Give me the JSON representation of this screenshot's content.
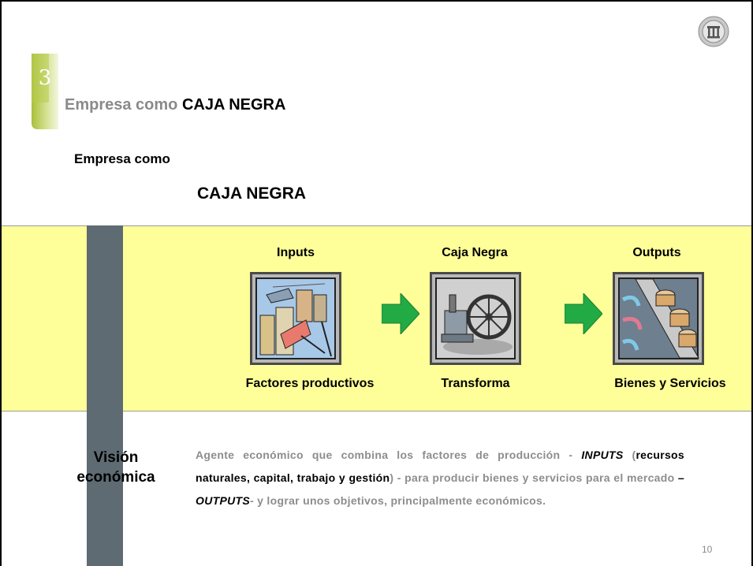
{
  "title": {
    "prefix": "Empresa como",
    "strong": "CAJA NEGRA",
    "badge_number": "3"
  },
  "subtitle": {
    "line1": "Empresa como",
    "line2": "CAJA NEGRA"
  },
  "diagram": {
    "stages": [
      {
        "top": "Inputs",
        "bottom": "Factores productivos",
        "picture": "city-industry-clipart"
      },
      {
        "top": "Caja Negra",
        "bottom": "Transforma",
        "picture": "machine-flywheel-clipart"
      },
      {
        "top": "Outputs",
        "bottom": "Bienes y Servicios",
        "picture": "conveyor-products-clipart"
      }
    ],
    "arrow_icon": "right-arrow-icon"
  },
  "vision": {
    "heading_line1": "Visión",
    "heading_line2": "económica",
    "text": {
      "s1": "Agente económico que combina los factores de producción -",
      "s2": "INPUTS",
      "s3": " (",
      "s4": "recursos naturales, capital, trabajo y gestión",
      "s5": ") - para producir bienes y servicios para el mercado",
      "s6": " – ",
      "s7": "OUTPUTS",
      "s8": "- y lograr unos objetivos, principalmente económicos."
    }
  },
  "page_number": "10",
  "colors": {
    "band": "#ffff99",
    "pillar": "#5e6b72",
    "badge": "#c3d65c",
    "arrow": "#22aa44",
    "muted_text": "#8d8d8d"
  },
  "seal_icon": "university-seal-icon"
}
